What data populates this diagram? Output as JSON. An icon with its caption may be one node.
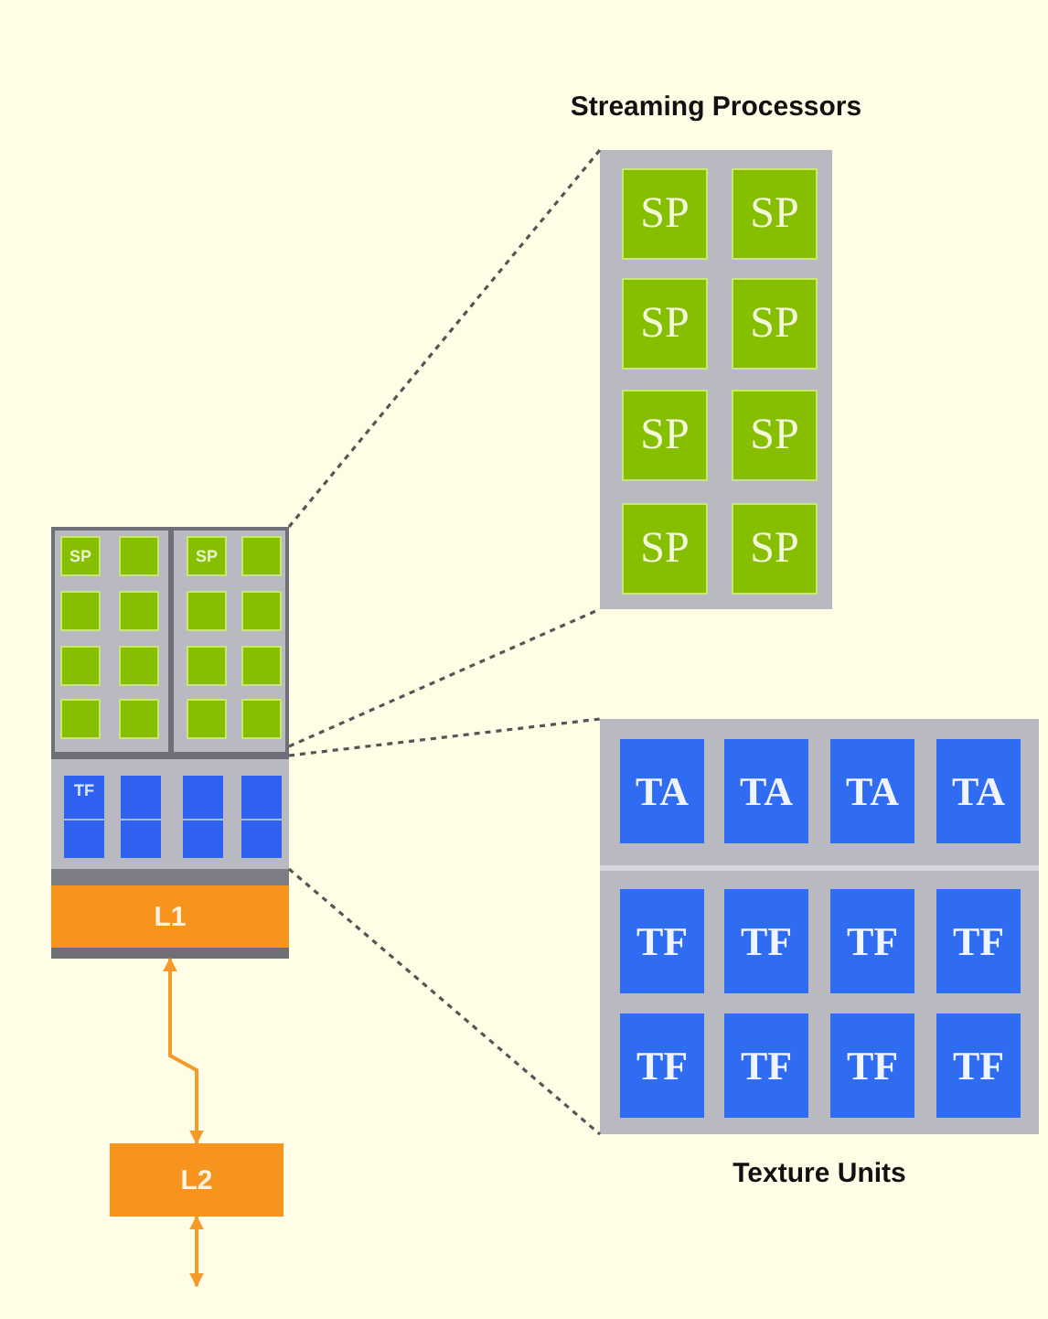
{
  "diagram": {
    "nodes": [
      {
        "text": [],
        "shape": "box"
      },
      {
        "text": [],
        "shape": "box",
        "in": 0
      },
      {
        "text": [],
        "shape": "box",
        "in": 0
      },
      {
        "text": [
          "SP"
        ],
        "in": 1
      },
      {
        "text": [],
        "shape": "box",
        "in": 1
      },
      {
        "text": [],
        "shape": "box",
        "in": 1
      },
      {
        "text": [],
        "shape": "box",
        "in": 1
      },
      {
        "text": [],
        "shape": "box",
        "in": 1
      },
      {
        "text": [],
        "shape": "box",
        "in": 1
      },
      {
        "text": [],
        "shape": "box",
        "in": 1
      },
      {
        "text": [],
        "shape": "box",
        "in": 1
      },
      {
        "text": [
          "SP"
        ],
        "in": 2
      },
      {
        "text": [],
        "shape": "box",
        "in": 2
      },
      {
        "text": [],
        "shape": "box",
        "in": 2
      },
      {
        "text": [],
        "shape": "box",
        "in": 2
      },
      {
        "text": [],
        "shape": "box",
        "in": 2
      },
      {
        "text": [],
        "shape": "box",
        "in": 2
      },
      {
        "text": [],
        "shape": "box",
        "in": 2
      },
      {
        "text": [],
        "shape": "box",
        "in": 2
      },
      {
        "text": [],
        "shape": "box"
      },
      {
        "text": [
          "TF"
        ],
        "in": 19
      },
      {
        "text": [],
        "shape": "box",
        "in": 19
      },
      {
        "text": [],
        "shape": "box",
        "in": 19
      },
      {
        "text": [],
        "shape": "box",
        "in": 19
      },
      {
        "text": [
          "L1"
        ]
      },
      {
        "text": [
          "L2"
        ]
      },
      {
        "text": [
          "Streaming Processors"
        ]
      },
      {
        "text": [
          "SP"
        ],
        "in": 26
      },
      {
        "text": [
          "SP"
        ],
        "in": 26
      },
      {
        "text": [
          "SP"
        ],
        "in": 26
      },
      {
        "text": [
          "SP"
        ],
        "in": 26
      },
      {
        "text": [
          "SP"
        ],
        "in": 26
      },
      {
        "text": [
          "SP"
        ],
        "in": 26
      },
      {
        "text": [
          "SP"
        ],
        "in": 26
      },
      {
        "text": [
          "SP"
        ],
        "in": 26
      },
      {
        "text": [
          "Texture Units"
        ]
      },
      {
        "text": [
          "TA"
        ],
        "in": 35
      },
      {
        "text": [
          "TA"
        ],
        "in": 35
      },
      {
        "text": [
          "TA"
        ],
        "in": 35
      },
      {
        "text": [
          "TA"
        ],
        "in": 35
      },
      {
        "text": [
          "TF"
        ],
        "in": 35
      },
      {
        "text": [
          "TF"
        ],
        "in": 35
      },
      {
        "text": [
          "TF"
        ],
        "in": 35
      },
      {
        "text": [
          "TF"
        ],
        "in": 35
      },
      {
        "text": [
          "TF"
        ],
        "in": 35
      },
      {
        "text": [
          "TF"
        ],
        "in": 35
      },
      {
        "text": [
          "TF"
        ],
        "in": 35
      },
      {
        "text": [
          "TF"
        ],
        "in": 35
      }
    ],
    "edges": [
      {
        "from": 0,
        "to": 26,
        "arrow": "none",
        "style": "dashed"
      },
      {
        "from": 0,
        "to": 26,
        "arrow": "none",
        "style": "dashed"
      },
      {
        "from": 19,
        "to": 35,
        "arrow": "none",
        "style": "dashed"
      },
      {
        "from": 19,
        "to": 35,
        "arrow": "none",
        "style": "dashed"
      },
      {
        "from": 24,
        "to": 25,
        "arrow": "both",
        "color": "#f39a2a"
      },
      {
        "from": null,
        "to": 25,
        "arrow": "both",
        "color": "#f39a2a"
      }
    ]
  }
}
